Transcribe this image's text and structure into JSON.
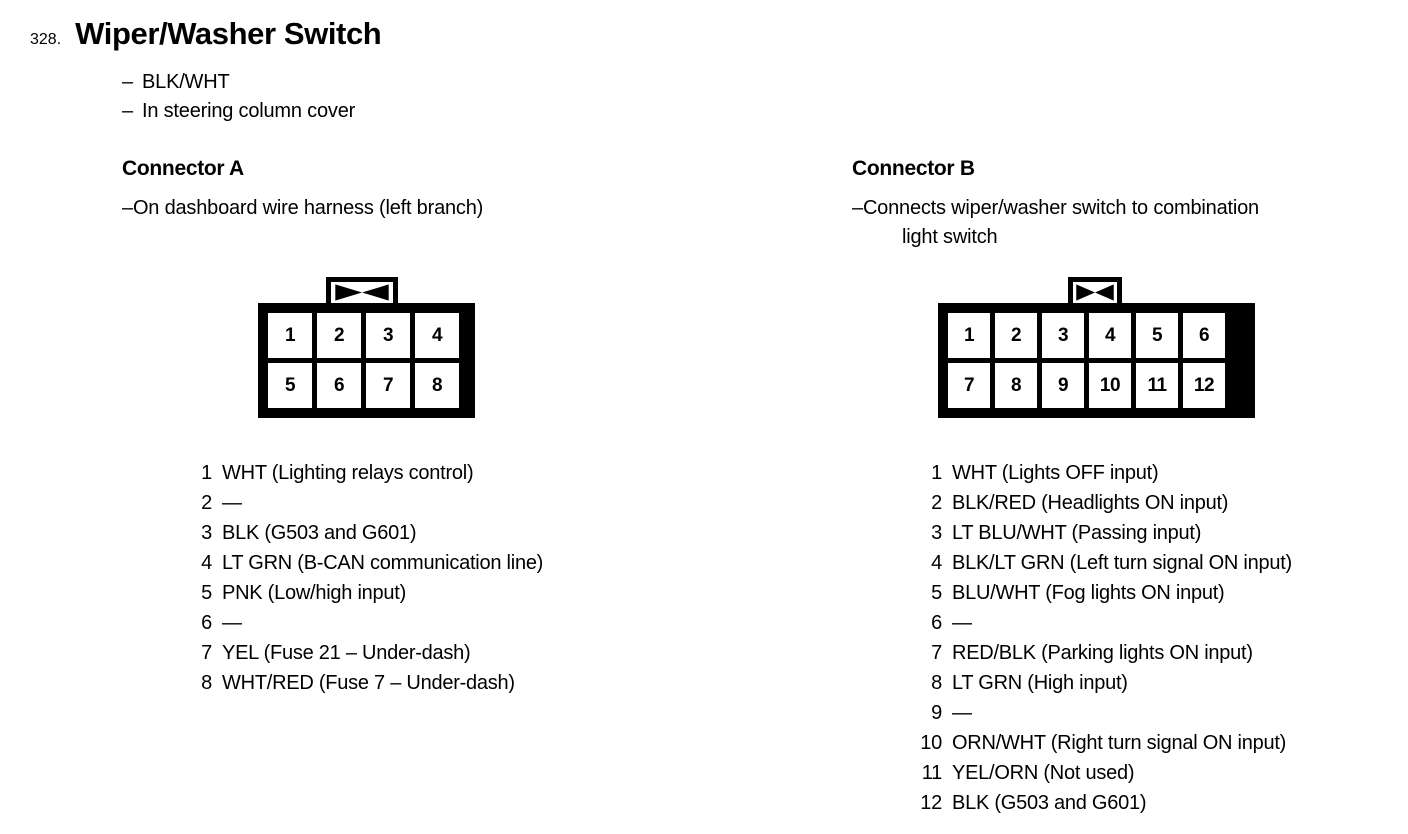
{
  "page": {
    "number": "328.",
    "title": "Wiper/Washer Switch",
    "notes": [
      "BLK/WHT",
      "In steering column cover"
    ],
    "dash": "–"
  },
  "connector_a": {
    "heading": "Connector A",
    "description": "On dashboard wire harness (left branch)",
    "description_wrap": "",
    "layout": {
      "columns": 4,
      "rows": 2
    },
    "cells": [
      "1",
      "2",
      "3",
      "4",
      "5",
      "6",
      "7",
      "8"
    ],
    "pins": [
      {
        "num": "1",
        "desc": "WHT (Lighting relays control)"
      },
      {
        "num": "2",
        "desc": "—"
      },
      {
        "num": "3",
        "desc": "BLK (G503 and G601)"
      },
      {
        "num": "4",
        "desc": "LT GRN (B-CAN communication line)"
      },
      {
        "num": "5",
        "desc": "PNK (Low/high input)"
      },
      {
        "num": "6",
        "desc": "—"
      },
      {
        "num": "7",
        "desc": "YEL (Fuse 21 – Under-dash)"
      },
      {
        "num": "8",
        "desc": "WHT/RED (Fuse 7 – Under-dash)"
      }
    ]
  },
  "connector_b": {
    "heading": "Connector B",
    "description": "Connects wiper/washer switch to combination",
    "description_wrap": "light switch",
    "layout": {
      "columns": 6,
      "rows": 2
    },
    "cells": [
      "1",
      "2",
      "3",
      "4",
      "5",
      "6",
      "7",
      "8",
      "9",
      "10",
      "11",
      "12"
    ],
    "pins": [
      {
        "num": "1",
        "desc": "WHT (Lights OFF input)"
      },
      {
        "num": "2",
        "desc": "BLK/RED (Headlights ON input)"
      },
      {
        "num": "3",
        "desc": "LT BLU/WHT (Passing input)"
      },
      {
        "num": "4",
        "desc": "BLK/LT GRN (Left turn signal ON input)"
      },
      {
        "num": "5",
        "desc": "BLU/WHT (Fog lights ON input)"
      },
      {
        "num": "6",
        "desc": "—"
      },
      {
        "num": "7",
        "desc": "RED/BLK (Parking lights ON input)"
      },
      {
        "num": "8",
        "desc": "LT GRN (High input)"
      },
      {
        "num": "9",
        "desc": "—"
      },
      {
        "num": "10",
        "desc": "ORN/WHT (Right turn signal ON input)"
      },
      {
        "num": "11",
        "desc": "YEL/ORN (Not used)"
      },
      {
        "num": "12",
        "desc": "BLK (G503 and G601)"
      }
    ]
  },
  "colors": {
    "ink": "#000000",
    "paper": "#ffffff"
  }
}
